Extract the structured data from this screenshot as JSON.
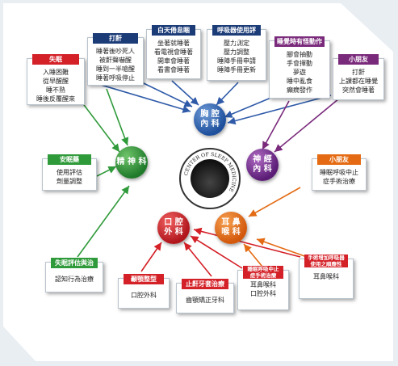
{
  "centers": {
    "chest": "胸 腔\n內 科",
    "psych": "精 神 科",
    "neuro": "神 經\n內 科",
    "oral": "口 腔\n外 科",
    "ent": "耳 鼻\n喉 科"
  },
  "seal_text": "CENTER OF SLEEP MEDICINE",
  "cards": {
    "insomnia": {
      "title": "失眠",
      "lines": [
        "入睡困難",
        "從早醒醒",
        "睡不熟",
        "睡後反覆醒來"
      ]
    },
    "snoring": {
      "title": "打鼾",
      "lines": [
        "睡著後吵死人",
        "被鼾聲嚇醒",
        "睡到一半嗆醒",
        "睡著呼吸停止"
      ]
    },
    "daytime": {
      "title": "白天倦怠睏",
      "lines": [
        "坐著就睡著",
        "看電視會睡著",
        "開車會睡著",
        "看書會睡著"
      ]
    },
    "cpap": {
      "title": "呼吸器使用評估",
      "lines": [
        "壓力測定",
        "壓力調整",
        "睡陣手冊申請",
        "睡陣手冊更新"
      ]
    },
    "sleep_move": {
      "title": "睡覺時有怪動作",
      "lines": [
        "腳會抽動",
        "手會揮動",
        "夢遊",
        "睡中亂食",
        "癲癇發作"
      ]
    },
    "child": {
      "title": "小朋友",
      "lines": [
        "打鼾",
        "上課都在睡覺",
        "突然會睡著"
      ]
    },
    "sedative": {
      "title": "安眠藥",
      "lines": [
        "使用評估",
        "劑量調整"
      ]
    },
    "child2": {
      "title": "小朋友",
      "lines": [
        "睡眠呼吸中止",
        "症手術治療"
      ]
    },
    "cbt": {
      "title": "失眠評估與治療",
      "lines": [
        "認知行為治療"
      ]
    },
    "jaw": {
      "title": "顳顎整型",
      "lines": [
        "口腔外科"
      ]
    },
    "ortho": {
      "title": "止鼾牙套治療",
      "lines": [
        "齒顎矯正牙科"
      ]
    },
    "apnea_surg": {
      "title": "睡眠呼吸中止症手術治療",
      "lines": [
        "耳鼻喉科",
        "口腔外科"
      ]
    },
    "ent_adherence": {
      "title": "手術增加呼吸器使用之順應性",
      "lines": [
        "耳鼻喉科"
      ]
    }
  },
  "colors": {
    "red": "#d42027",
    "green": "#2f9a3a",
    "navy": "#1c3c78",
    "purple": "#7a2a7b",
    "orange": "#e46b13",
    "blue_arrow": "#2e5aa8"
  }
}
